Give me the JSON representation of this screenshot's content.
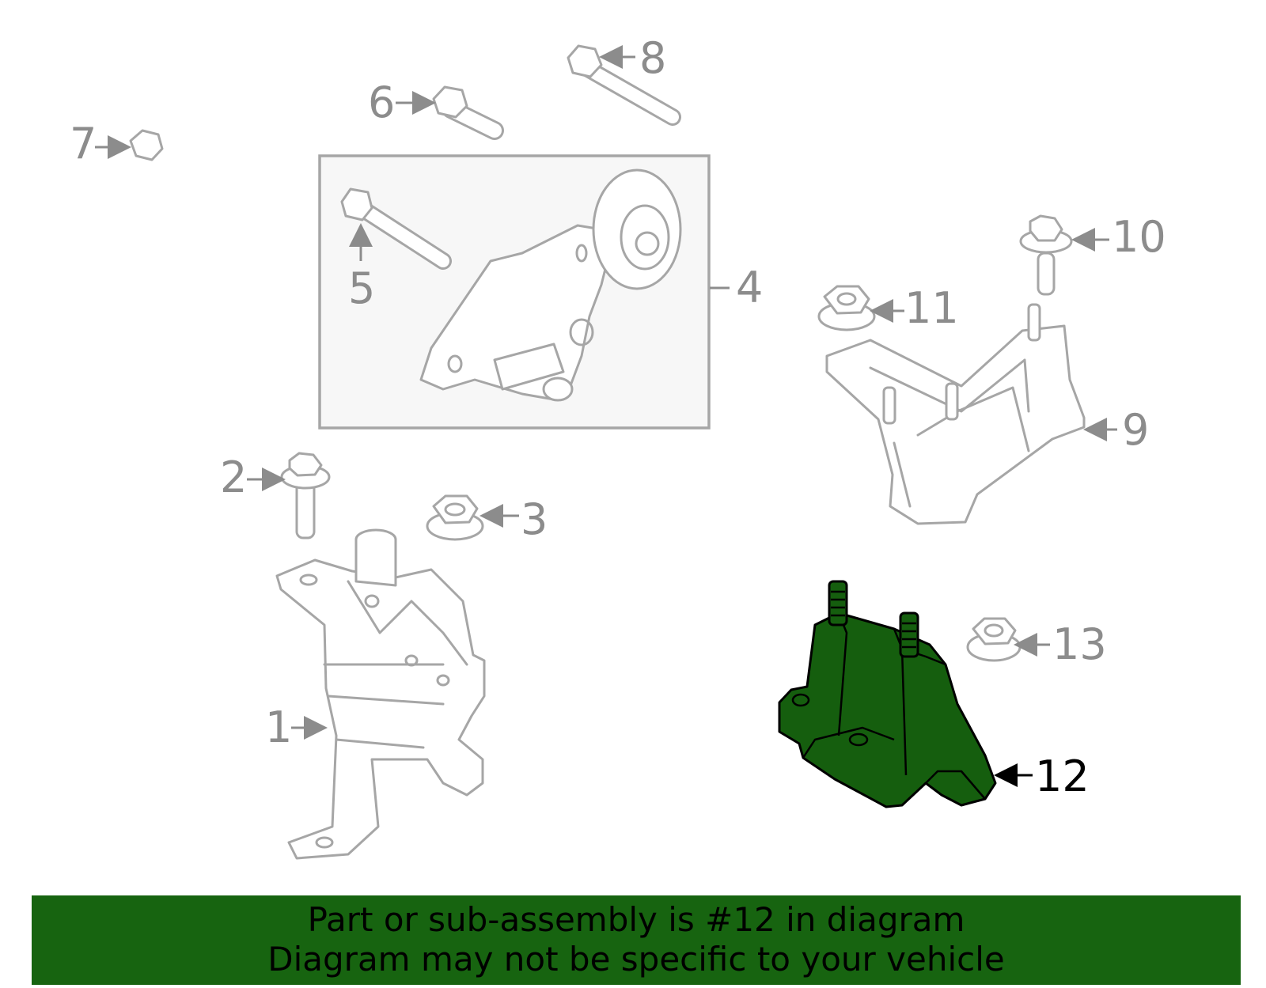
{
  "callouts": {
    "c1": "1",
    "c2": "2",
    "c3": "3",
    "c4": "4",
    "c5": "5",
    "c6": "6",
    "c7": "7",
    "c8": "8",
    "c9": "9",
    "c10": "10",
    "c11": "11",
    "c12": "12",
    "c13": "13"
  },
  "highlighted_part": "12",
  "colors": {
    "highlight": "#155e0e",
    "banner": "#176410",
    "line_art": "#a6a6a6"
  },
  "banner": {
    "line1": "Part or sub-assembly is #12 in diagram",
    "line2": "Diagram may not be specific to your vehicle"
  }
}
